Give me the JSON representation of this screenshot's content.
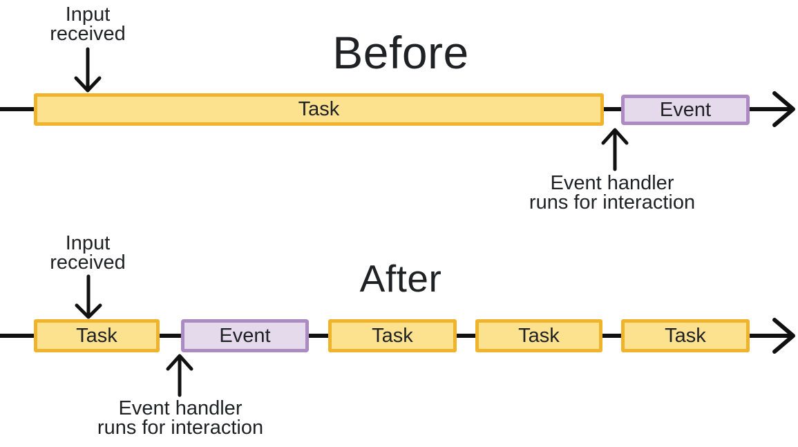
{
  "colors": {
    "task_fill": "#FCE28F",
    "task_border": "#F0B42C",
    "event_fill": "#E5D9EC",
    "event_border": "#AC8BC3",
    "arrow": "#111111",
    "ink": "#202124",
    "bg": "#FFFFFF"
  },
  "sections": {
    "before": {
      "title": "Before",
      "input_label": {
        "line1": "Input",
        "line2": "received"
      },
      "handler_label": {
        "line1": "Event handler",
        "line2": "runs for interaction"
      },
      "timeline": [
        {
          "label": "Task",
          "type": "task"
        },
        {
          "label": "Event",
          "type": "event"
        }
      ]
    },
    "after": {
      "title": "After",
      "input_label": {
        "line1": "Input",
        "line2": "received"
      },
      "handler_label": {
        "line1": "Event handler",
        "line2": "runs for interaction"
      },
      "timeline": [
        {
          "label": "Task",
          "type": "task"
        },
        {
          "label": "Event",
          "type": "event"
        },
        {
          "label": "Task",
          "type": "task"
        },
        {
          "label": "Task",
          "type": "task"
        },
        {
          "label": "Task",
          "type": "task"
        }
      ]
    }
  }
}
